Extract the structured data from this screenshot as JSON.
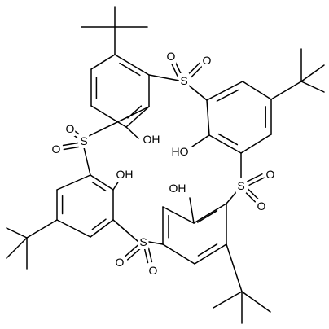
{
  "diagram": {
    "kind": "skeletal-structure",
    "colors": {
      "bond": "#000000",
      "text": "#000000",
      "background": "#ffffff"
    },
    "labels": {
      "oh_top_left": "OH",
      "oh_mid_right": "HO",
      "oh_mid_left": "OH",
      "oh_lower_right": "OH",
      "s_top_right": "S",
      "o_top_right_a": "O",
      "o_top_right_b": "O",
      "s_left": "S",
      "o_left_a": "O",
      "o_left_b": "O",
      "s_right": "S",
      "o_right_a": "O",
      "o_right_b": "O",
      "s_bottom": "S",
      "o_bottom_a": "O",
      "o_bottom_b": "O"
    }
  }
}
